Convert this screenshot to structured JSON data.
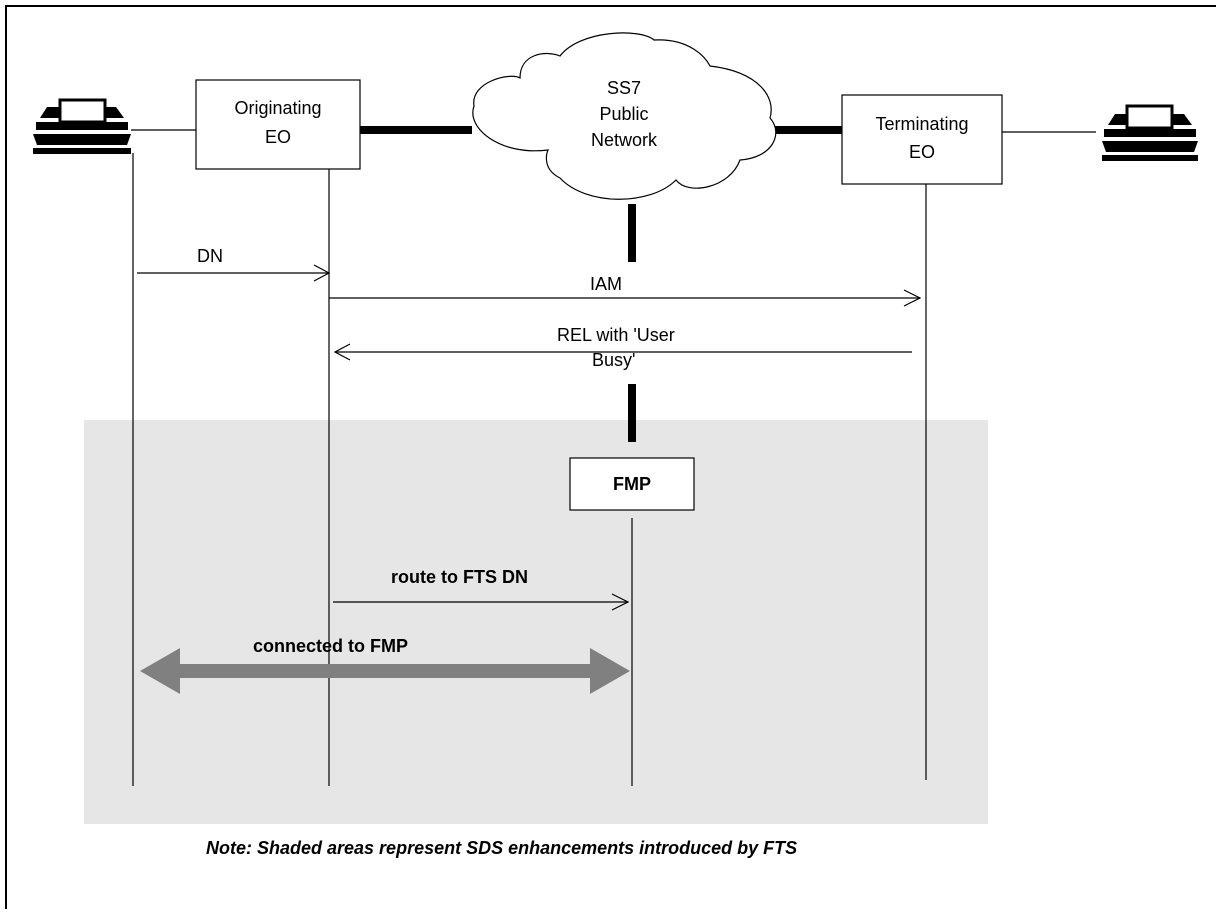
{
  "nodes": {
    "originating_eo": [
      "Originating",
      "EO"
    ],
    "ss7_network": [
      "SS7",
      "Public",
      "Network"
    ],
    "terminating_eo": [
      "Terminating",
      "EO"
    ],
    "fmp": "FMP"
  },
  "messages": {
    "dn": "DN",
    "iam": "IAM",
    "rel": [
      "REL with 'User",
      "Busy'"
    ],
    "route": "route to FTS DN",
    "connected": "connected to FMP"
  },
  "note": "Note: Shaded areas represent SDS enhancements introduced by FTS",
  "colors": {
    "shade": "#e6e6e6",
    "thick_arrow": "#808080",
    "line": "#000000"
  }
}
